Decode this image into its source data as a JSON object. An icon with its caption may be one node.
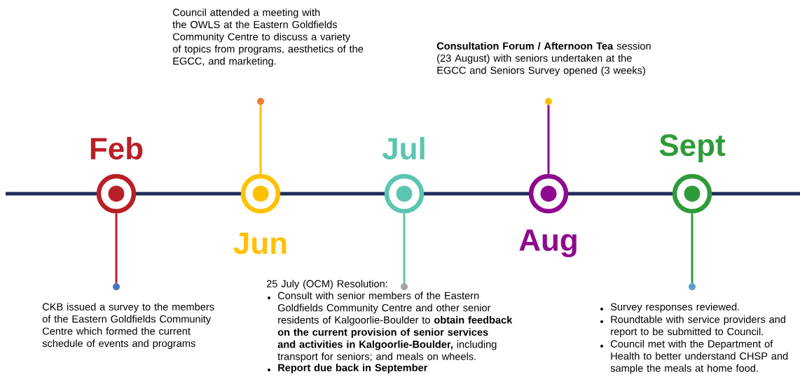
{
  "diagram": {
    "nodes": [
      {
        "text": [],
        "shape": "circle",
        "beside": [
          "Feb"
        ]
      },
      {
        "text": [],
        "shape": "circle",
        "beside": [
          "CKB issued a survey to the members of the Eastern Goldfields Community Centre which formed the current schedule of events and programs"
        ]
      },
      {
        "text": [],
        "shape": "circle",
        "beside": [
          "Jun"
        ]
      },
      {
        "text": [],
        "shape": "circle",
        "beside": [
          "Council attended a meeting with the OWLS at the Eastern Goldfields Community Centre to discuss a variety of topics from programs, aesthetics of the EGCC, and marketing."
        ]
      },
      {
        "text": [],
        "shape": "circle",
        "beside": [
          "Jul"
        ]
      },
      {
        "text": [],
        "shape": "circle",
        "beside": [
          "25 July (OCM) Resolution:",
          "Consult with senior members of the Eastern Goldfields Community Centre and other senior residents of Kalgoorlie-Boulder to **obtain feedback on the current provision of senior services and activities in Kalgoorlie-Boulder,** including transport for seniors; and meals on wheels.",
          "Report due back in September"
        ]
      },
      {
        "text": [],
        "shape": "circle",
        "beside": [
          "Aug"
        ]
      },
      {
        "text": [],
        "shape": "circle",
        "beside": [
          "**Consultation Forum / Afternoon Tea** session (23 August) with seniors undertaken at the EGCC and Seniors Survey opened (3 weeks)"
        ]
      },
      {
        "text": [],
        "shape": "circle",
        "beside": [
          "Sept"
        ]
      },
      {
        "text": [],
        "shape": "circle",
        "beside": [
          "Survey responses reviewed.",
          "Roundtable with service providers and report to be submitted to Council.",
          "Council met with the Department of Health to better understand CHSP and sample the meals at home food."
        ]
      }
    ],
    "edges": [
      {
        "from": 0,
        "to": 1,
        "arrow": "none",
        "color": "#b81f27"
      },
      {
        "from": 2,
        "to": 3,
        "arrow": "none",
        "color": "#ffc000"
      },
      {
        "from": 4,
        "to": 5,
        "arrow": "none",
        "color": "#5cc5b1"
      },
      {
        "from": 6,
        "to": 7,
        "arrow": "none",
        "color": "#8e0a8e"
      },
      {
        "from": 8,
        "to": 9,
        "arrow": "none",
        "color": "#2f9a3a"
      }
    ]
  }
}
